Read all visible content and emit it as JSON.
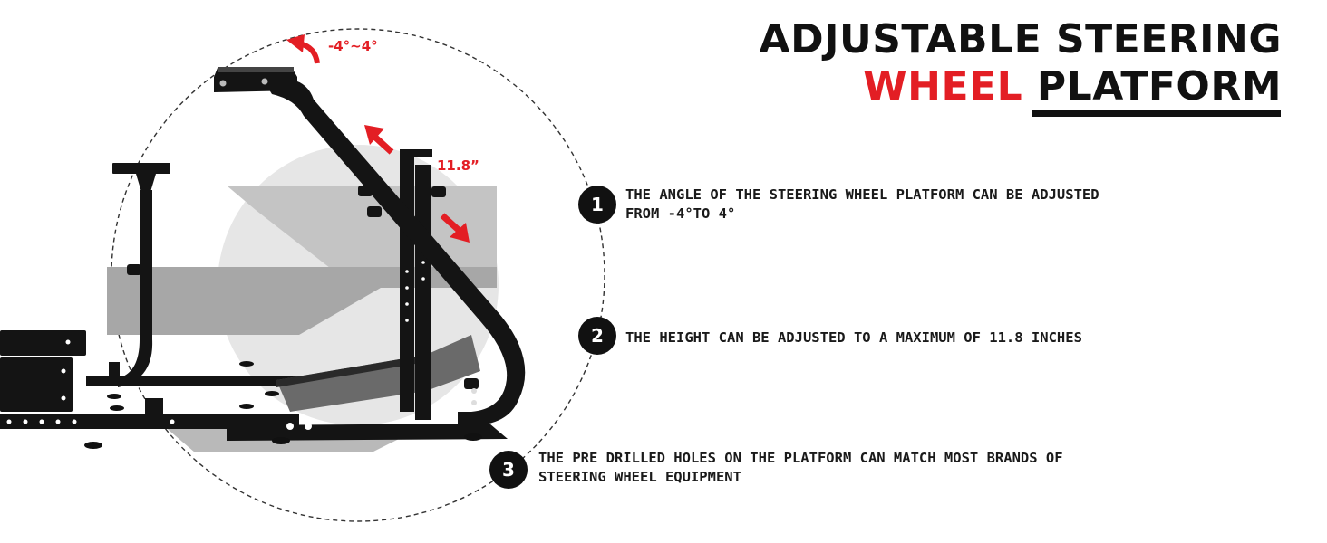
{
  "title": {
    "line1": "ADJUSTABLE STEERING",
    "accent": "WHEEL",
    "line2_rest": " PLATFORM"
  },
  "callouts": {
    "angle": "-4°~4°",
    "height": "11.8”"
  },
  "features": [
    {
      "number": "1",
      "text": "THE ANGLE OF THE STEERING WHEEL PLATFORM CAN BE ADJUSTED\nFROM -4°TO 4°"
    },
    {
      "number": "2",
      "text": "THE HEIGHT CAN BE ADJUSTED TO A MAXIMUM OF 11.8 INCHES"
    },
    {
      "number": "3",
      "text": "THE PRE DRILLED HOLES ON THE PLATFORM CAN MATCH MOST BRANDS OF\nSTEERING WHEEL EQUIPMENT"
    }
  ],
  "colors": {
    "accent": "#e31e24",
    "frame": "#111111",
    "circle_bg": "#e6e6e6"
  }
}
